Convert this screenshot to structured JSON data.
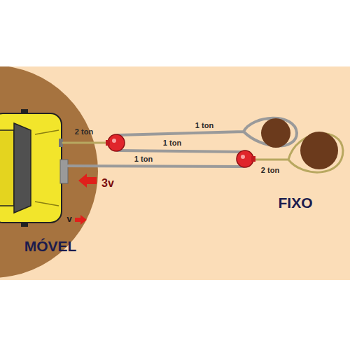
{
  "diagram": {
    "labels": [
      "2 ton",
      "1 ton",
      "1 ton",
      "1 ton",
      "2 ton",
      "3v",
      "v",
      "FIXO",
      "MÓVEL"
    ]
  }
}
